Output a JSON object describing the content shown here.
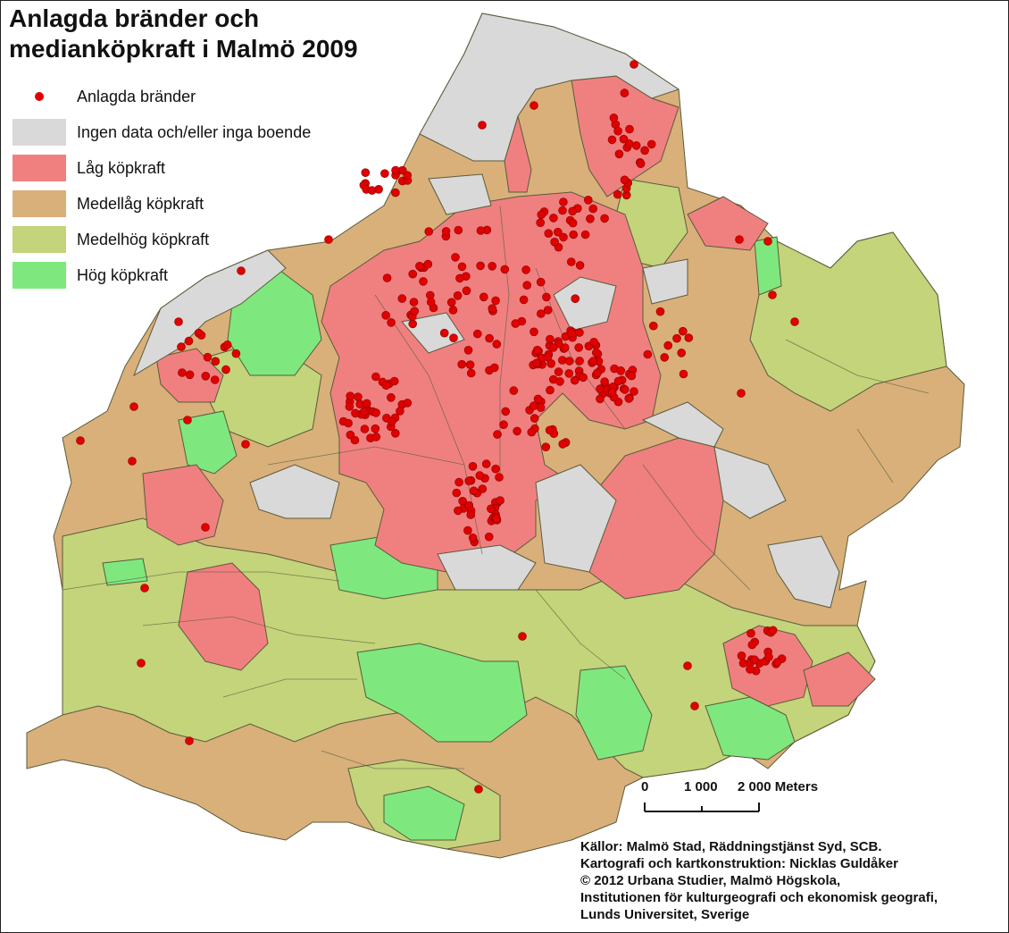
{
  "title": "Anlagda bränder och\nmediankÖpkraft i Malmö 2009",
  "legend": {
    "items": [
      {
        "type": "point",
        "label": "Anlagda bränder",
        "color": "#e00000"
      },
      {
        "type": "area",
        "label": "Ingen data och/eller inga boende",
        "color": "#d9d9d9"
      },
      {
        "type": "area",
        "label": "Låg köpkraft",
        "color": "#f08080"
      },
      {
        "type": "area",
        "label": "Medellåg köpkraft",
        "color": "#d9b07a"
      },
      {
        "type": "area",
        "label": "Medelhög köpkraft",
        "color": "#c3d47a"
      },
      {
        "type": "area",
        "label": "Hög köpkraft",
        "color": "#7ee87e"
      }
    ]
  },
  "scale": {
    "labels": [
      "0",
      "1 000",
      "2 000 Meters"
    ]
  },
  "credits": [
    "Källor: Malmö Stad, Räddningstjänst Syd, SCB.",
    "Kartografi och kartkonstruktion: Nicklas Guldåker",
    "© 2012 Urbana Studier, Malmö Högskola,",
    "Institutionen för kulturgeografi och ekonomisk geografi,",
    "Lunds Universitet,  Sverige"
  ],
  "colors": {
    "nodata": "#d9d9d9",
    "low": "#f08080",
    "medlow": "#d9b07a",
    "medhigh": "#c3d47a",
    "high": "#7ee87e",
    "fire": "#e00000",
    "border": "#5a5a3c"
  }
}
